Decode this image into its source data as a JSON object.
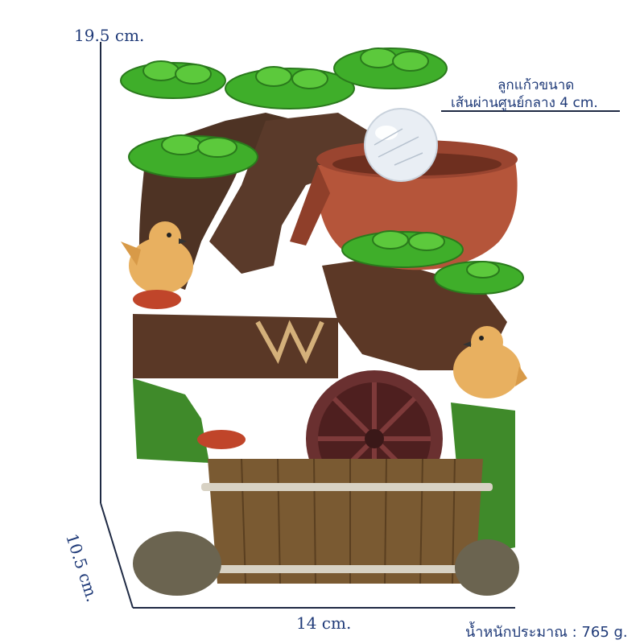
{
  "labels": {
    "height": "19.5 cm.",
    "depth": "10.5 cm.",
    "width": "14 cm.",
    "ball_line1": "ลูกแก้วขนาด",
    "ball_line2": "เส้นผ่านศูนย์กลาง 4 cm.",
    "weight": "น้ำหนักประมาณ : 765 g."
  },
  "colors": {
    "dimension_line": "#1f2a44",
    "label_text": "#1f3a78",
    "foliage": "#3fae2a",
    "rock": "#5a3a2a",
    "pot": "#b5553a",
    "bucket": "#7a5a32",
    "moss": "#3f8a2a",
    "bird": "#e8b060",
    "waterwheel": "#6a3030"
  }
}
